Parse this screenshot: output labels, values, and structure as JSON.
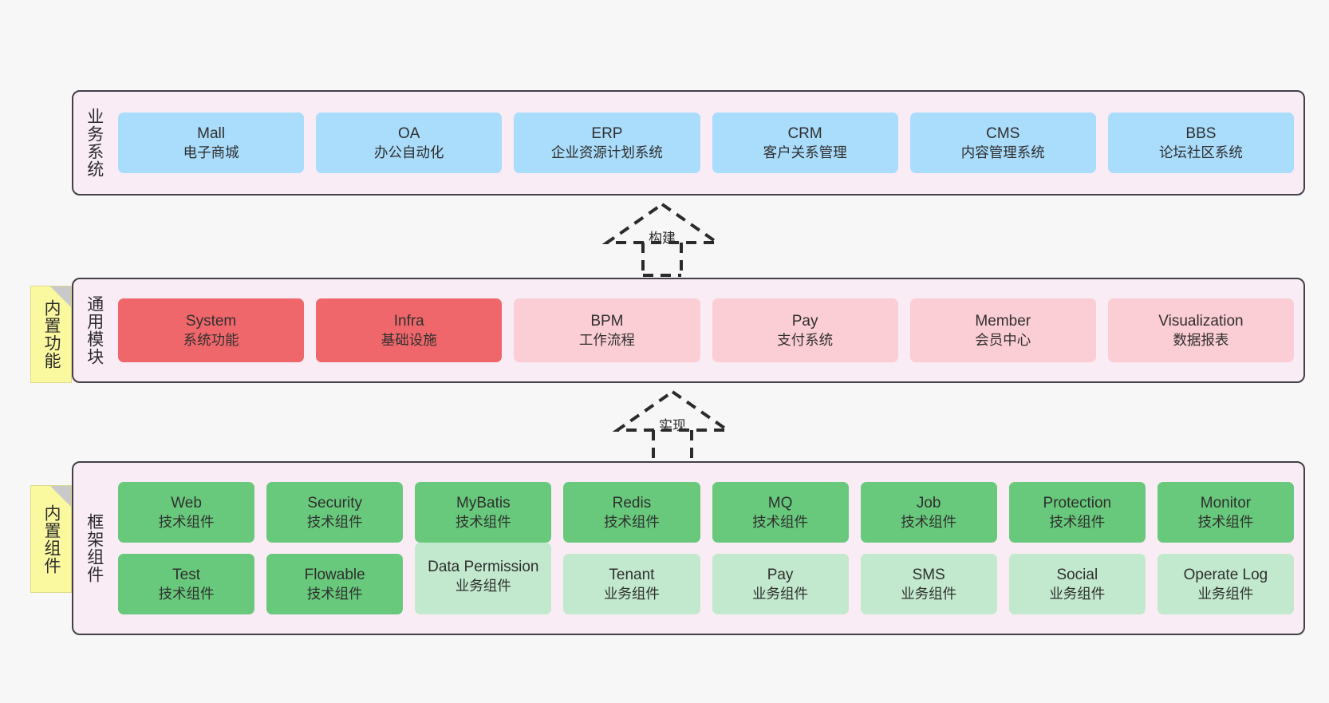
{
  "diagram": {
    "background": "#f7f7f7",
    "layer_fill": "#f9ecf5",
    "layer_border": "#43404a",
    "note_fill": "#fbf9a0",
    "colors": {
      "business": "#aadcfb",
      "module_core": "#f0676b",
      "module_optional": "#fbcdd4",
      "component_tech": "#68c97c",
      "component_business": "#c2e9cd"
    }
  },
  "layers": {
    "business": {
      "title": "业务系统",
      "nodes": [
        {
          "en": "Mall",
          "cn": "电子商城",
          "color": "blue"
        },
        {
          "en": "OA",
          "cn": "办公自动化",
          "color": "blue"
        },
        {
          "en": "ERP",
          "cn": "企业资源计划系统",
          "color": "blue"
        },
        {
          "en": "CRM",
          "cn": "客户关系管理",
          "color": "blue"
        },
        {
          "en": "CMS",
          "cn": "内容管理系统",
          "color": "blue"
        },
        {
          "en": "BBS",
          "cn": "论坛社区系统",
          "color": "blue"
        }
      ]
    },
    "modules": {
      "title": "通用模块",
      "note": "内置功能",
      "nodes": [
        {
          "en": "System",
          "cn": "系统功能",
          "color": "red"
        },
        {
          "en": "Infra",
          "cn": "基础设施",
          "color": "red"
        },
        {
          "en": "BPM",
          "cn": "工作流程",
          "color": "pink"
        },
        {
          "en": "Pay",
          "cn": "支付系统",
          "color": "pink"
        },
        {
          "en": "Member",
          "cn": "会员中心",
          "color": "pink"
        },
        {
          "en": "Visualization",
          "cn": "数据报表",
          "color": "pink"
        }
      ]
    },
    "framework": {
      "title": "框架组件",
      "note": "内置组件",
      "row1": [
        {
          "en": "Web",
          "cn": "技术组件",
          "color": "green"
        },
        {
          "en": "Security",
          "cn": "技术组件",
          "color": "green"
        },
        {
          "en": "MyBatis",
          "cn": "技术组件",
          "color": "green"
        },
        {
          "en": "Redis",
          "cn": "技术组件",
          "color": "green"
        },
        {
          "en": "MQ",
          "cn": "技术组件",
          "color": "green"
        },
        {
          "en": "Job",
          "cn": "技术组件",
          "color": "green"
        },
        {
          "en": "Protection",
          "cn": "技术组件",
          "color": "green"
        },
        {
          "en": "Monitor",
          "cn": "技术组件",
          "color": "green"
        }
      ],
      "row2": [
        {
          "en": "Test",
          "cn": "技术组件",
          "color": "green"
        },
        {
          "en": "Flowable",
          "cn": "技术组件",
          "color": "green"
        },
        {
          "en": "Data Permission",
          "cn": "业务组件",
          "color": "lightgreen"
        },
        {
          "en": "Tenant",
          "cn": "业务组件",
          "color": "lightgreen"
        },
        {
          "en": "Pay",
          "cn": "业务组件",
          "color": "lightgreen"
        },
        {
          "en": "SMS",
          "cn": "业务组件",
          "color": "lightgreen"
        },
        {
          "en": "Social",
          "cn": "业务组件",
          "color": "lightgreen"
        },
        {
          "en": "Operate Log",
          "cn": "业务组件",
          "color": "lightgreen"
        }
      ]
    }
  },
  "connectors": [
    {
      "label": "构建"
    },
    {
      "label": "实现"
    }
  ]
}
